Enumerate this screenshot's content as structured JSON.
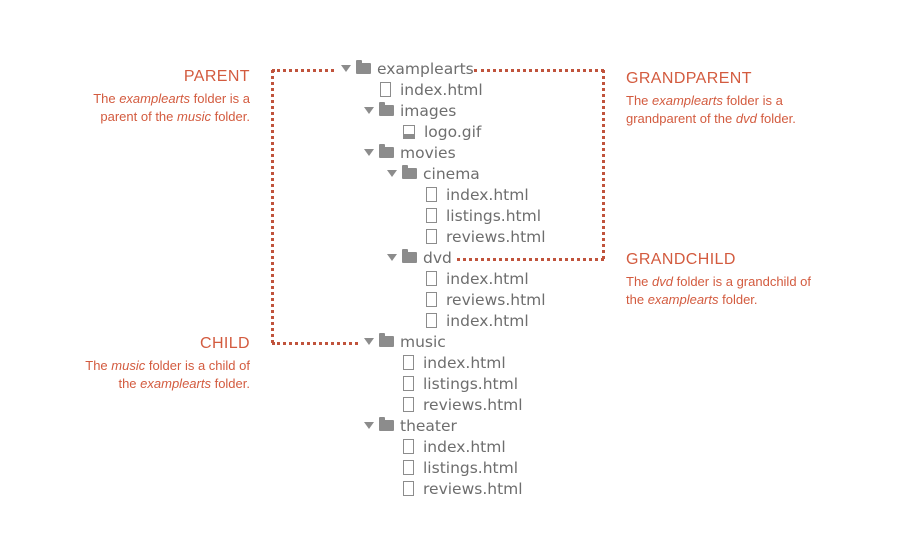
{
  "tree": [
    {
      "name": "examplearts",
      "type": "folder",
      "depth": 0
    },
    {
      "name": "index.html",
      "type": "file",
      "depth": 1
    },
    {
      "name": "images",
      "type": "folder",
      "depth": 1
    },
    {
      "name": "logo.gif",
      "type": "image",
      "depth": 2
    },
    {
      "name": "movies",
      "type": "folder",
      "depth": 1
    },
    {
      "name": "cinema",
      "type": "folder",
      "depth": 2
    },
    {
      "name": "index.html",
      "type": "file",
      "depth": 3
    },
    {
      "name": "listings.html",
      "type": "file",
      "depth": 3
    },
    {
      "name": "reviews.html",
      "type": "file",
      "depth": 3
    },
    {
      "name": "dvd",
      "type": "folder",
      "depth": 2
    },
    {
      "name": "index.html",
      "type": "file",
      "depth": 3
    },
    {
      "name": "reviews.html",
      "type": "file",
      "depth": 3
    },
    {
      "name": "index.html",
      "type": "file",
      "depth": 3
    },
    {
      "name": "music",
      "type": "folder",
      "depth": 1
    },
    {
      "name": "index.html",
      "type": "file",
      "depth": 2
    },
    {
      "name": "listings.html",
      "type": "file",
      "depth": 2
    },
    {
      "name": "reviews.html",
      "type": "file",
      "depth": 2
    },
    {
      "name": "theater",
      "type": "folder",
      "depth": 1
    },
    {
      "name": "index.html",
      "type": "file",
      "depth": 2
    },
    {
      "name": "listings.html",
      "type": "file",
      "depth": 2
    },
    {
      "name": "reviews.html",
      "type": "file",
      "depth": 2
    }
  ],
  "annotations": {
    "parent": {
      "heading": "PARENT",
      "pre": "The ",
      "em1": "examplearts",
      "mid": " folder is a parent of the ",
      "em2": "music",
      "post": " folder."
    },
    "child": {
      "heading": "CHILD",
      "pre": "The ",
      "em1": "music",
      "mid": " folder is a child of the ",
      "em2": "examplearts",
      "post": " folder."
    },
    "grandparent": {
      "heading": "GRANDPARENT",
      "pre": "The ",
      "em1": "examplearts",
      "mid": " folder is a grandparent of the ",
      "em2": "dvd",
      "post": " folder."
    },
    "grandchild": {
      "heading": "GRANDCHILD",
      "pre": "The ",
      "em1": "dvd",
      "mid": " folder is a grandchild of the ",
      "em2": "examplearts",
      "post": " folder."
    }
  },
  "colors": {
    "accent": "#d35b3f",
    "dotted_line": "#c0533c",
    "tree_text": "#6e6e6e",
    "tree_icon": "#8c8c8c"
  },
  "icons": {
    "folder": "folder-icon",
    "file": "file-icon",
    "image": "image-file-icon",
    "expand": "expand-triangle-icon"
  }
}
